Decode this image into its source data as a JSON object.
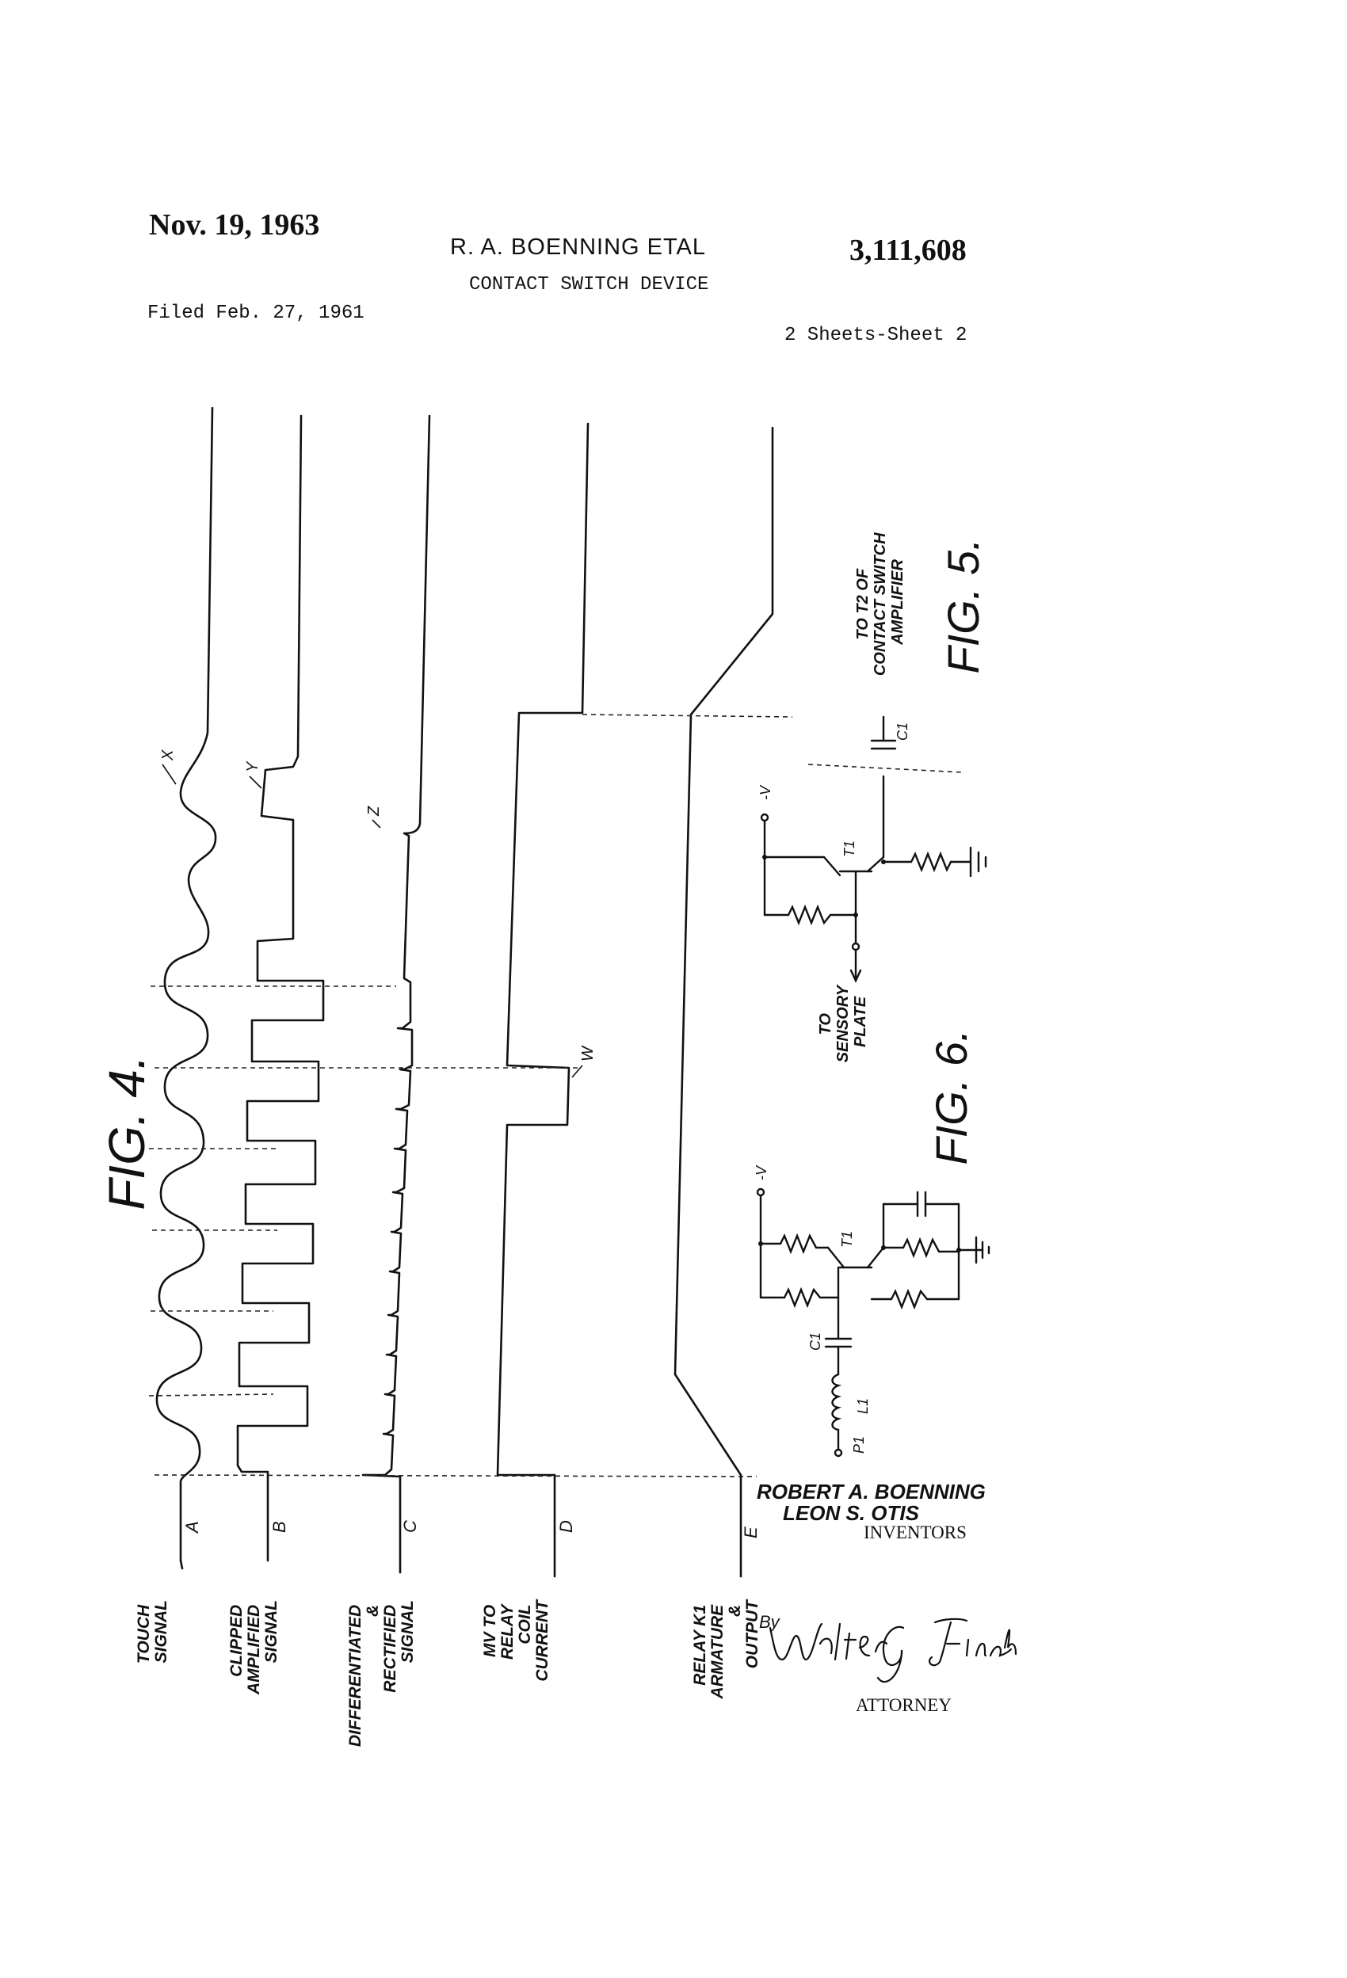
{
  "header": {
    "date": "Nov. 19, 1963",
    "inventors_short": "R. A. BOENNING ETAL",
    "patent_number": "3,111,608",
    "title": "CONTACT SWITCH DEVICE",
    "filed": "Filed Feb. 27, 1961",
    "sheets": "2 Sheets-Sheet 2"
  },
  "fig4": {
    "title": "FIG. 4.",
    "traces": [
      {
        "letter": "A",
        "label_lines": [
          "TOUCH",
          "SIGNAL"
        ]
      },
      {
        "letter": "B",
        "label_lines": [
          "CLIPPED",
          "AMPLIFIED",
          "SIGNAL"
        ]
      },
      {
        "letter": "C",
        "label_lines": [
          "DIFFERENTIATED",
          "&",
          "RECTIFIED",
          "SIGNAL"
        ]
      },
      {
        "letter": "D",
        "label_lines": [
          "MV TO",
          "RELAY",
          "COIL",
          "CURRENT"
        ]
      },
      {
        "letter": "E",
        "label_lines": [
          "RELAY K1",
          "ARMATURE",
          "&",
          "OUTPUT"
        ]
      }
    ],
    "markers": [
      "X",
      "Y",
      "Z",
      "W"
    ]
  },
  "fig5": {
    "title": "FIG. 5.",
    "to_amplifier": [
      "TO T2 OF",
      "CONTACT SWITCH",
      "AMPLIFIER"
    ],
    "to_sensory": [
      "TO",
      "SENSORY",
      "PLATE"
    ],
    "supply": "-V",
    "transistor": "T1",
    "capacitor": "C1"
  },
  "fig6": {
    "title": "FIG. 6.",
    "supply": "-V",
    "transistor": "T1",
    "capacitor": "C1",
    "inductor": "L1",
    "plate": "P1"
  },
  "signature_block": {
    "inventor1": "ROBERT A. BOENNING",
    "inventor2": "LEON S. OTIS",
    "inventors_label": "INVENTORS",
    "by": "By",
    "attorney_signature": "Walter G. Finch",
    "attorney_label": "ATTORNEY"
  }
}
